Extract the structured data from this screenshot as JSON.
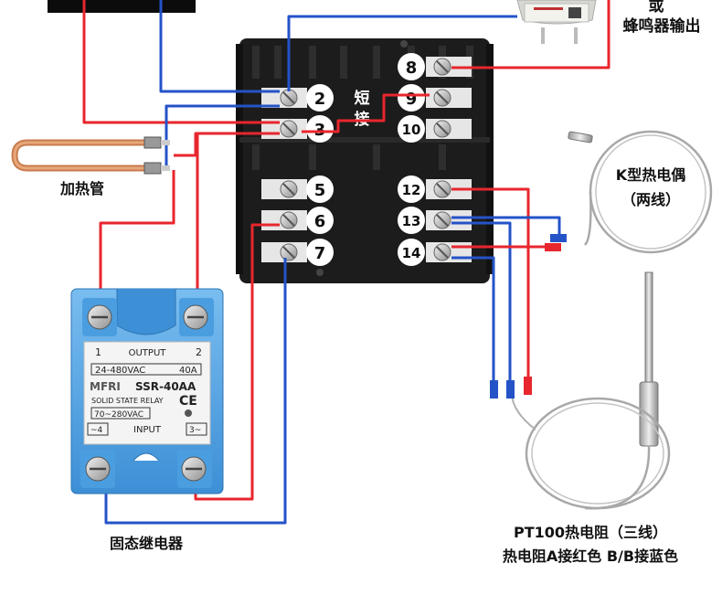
{
  "labels": {
    "buzzer_top": "或",
    "buzzer_output": "蜂鸣器输出",
    "short_top": "短",
    "short_bottom": "接",
    "heater": "加热管",
    "thermocouple_line1": "K型热电偶",
    "thermocouple_line2": "（两线）",
    "ssr_caption": "固态继电器",
    "pt100_line1": "PT100热电阻（三线）",
    "pt100_line2": "热电阻A接红色  B/B接蓝色"
  },
  "terminals": {
    "left": [
      "2",
      "3",
      "5",
      "6",
      "7"
    ],
    "right": [
      "8",
      "9",
      "10",
      "12",
      "13",
      "14"
    ]
  },
  "ssr": {
    "output_left": "1",
    "output_title": "OUTPUT",
    "output_right": "2",
    "voltage": "24-480VAC",
    "current": "40A",
    "brand": "MFRI",
    "model": "SSR-40AA",
    "type": "SOLID STATE RELAY",
    "ce": "CE",
    "input_voltage": "70~280VAC",
    "input_left": "~4",
    "input_title": "INPUT",
    "input_right": "3~"
  },
  "colors": {
    "wire_red": "#e8262d",
    "wire_blue": "#2453c8",
    "relay_body": "#5aa9e6",
    "terminal_block": "#1c1c1c"
  }
}
